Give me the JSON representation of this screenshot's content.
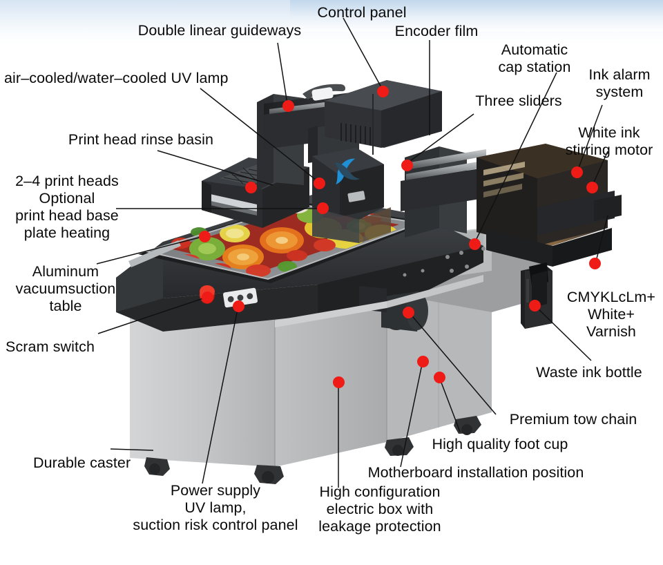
{
  "diagram": {
    "subject": "UV flatbed printer annotated parts diagram",
    "accent_color": "#ee1b16",
    "logo_color": "#1f8fd6",
    "body_dark": "#2e3033",
    "body_light": "#c9cbcc",
    "labels": [
      {
        "id": "control-panel",
        "text": "Control panel"
      },
      {
        "id": "double-linear-guideways",
        "text": "Double linear guideways"
      },
      {
        "id": "encoder-film",
        "text": "Encoder film"
      },
      {
        "id": "automatic-cap-station",
        "text": "Automatic\ncap station"
      },
      {
        "id": "ink-alarm-system",
        "text": "Ink alarm\nsystem"
      },
      {
        "id": "uv-lamp",
        "text": "air–cooled/water–cooled UV lamp"
      },
      {
        "id": "three-sliders",
        "text": "Three sliders"
      },
      {
        "id": "white-ink-stirring-motor",
        "text": "White ink\nstirring motor"
      },
      {
        "id": "print-head-rinse-basin",
        "text": "Print head rinse basin"
      },
      {
        "id": "print-heads",
        "text": "2–4 print heads\nOptional\nprint head base\nplate heating"
      },
      {
        "id": "aluminum-vacuum-suction-table",
        "text": "Aluminum\nvacuumsuction\ntable"
      },
      {
        "id": "ink-set",
        "text": "CMYKLcLm+\nWhite+\nVarnish"
      },
      {
        "id": "scram-switch",
        "text": "Scram switch"
      },
      {
        "id": "waste-ink-bottle",
        "text": "Waste ink bottle"
      },
      {
        "id": "premium-tow-chain",
        "text": "Premium tow chain"
      },
      {
        "id": "durable-caster",
        "text": "Durable caster"
      },
      {
        "id": "high-quality-foot-cup",
        "text": "High quality foot cup"
      },
      {
        "id": "motherboard-installation-position",
        "text": "Motherboard installation position"
      },
      {
        "id": "power-supply",
        "text": "Power supply\nUV lamp,\nsuction risk control panel"
      },
      {
        "id": "high-configuration-electric-box",
        "text": "High configuration\nelectric box with\nleakage protection"
      }
    ]
  }
}
